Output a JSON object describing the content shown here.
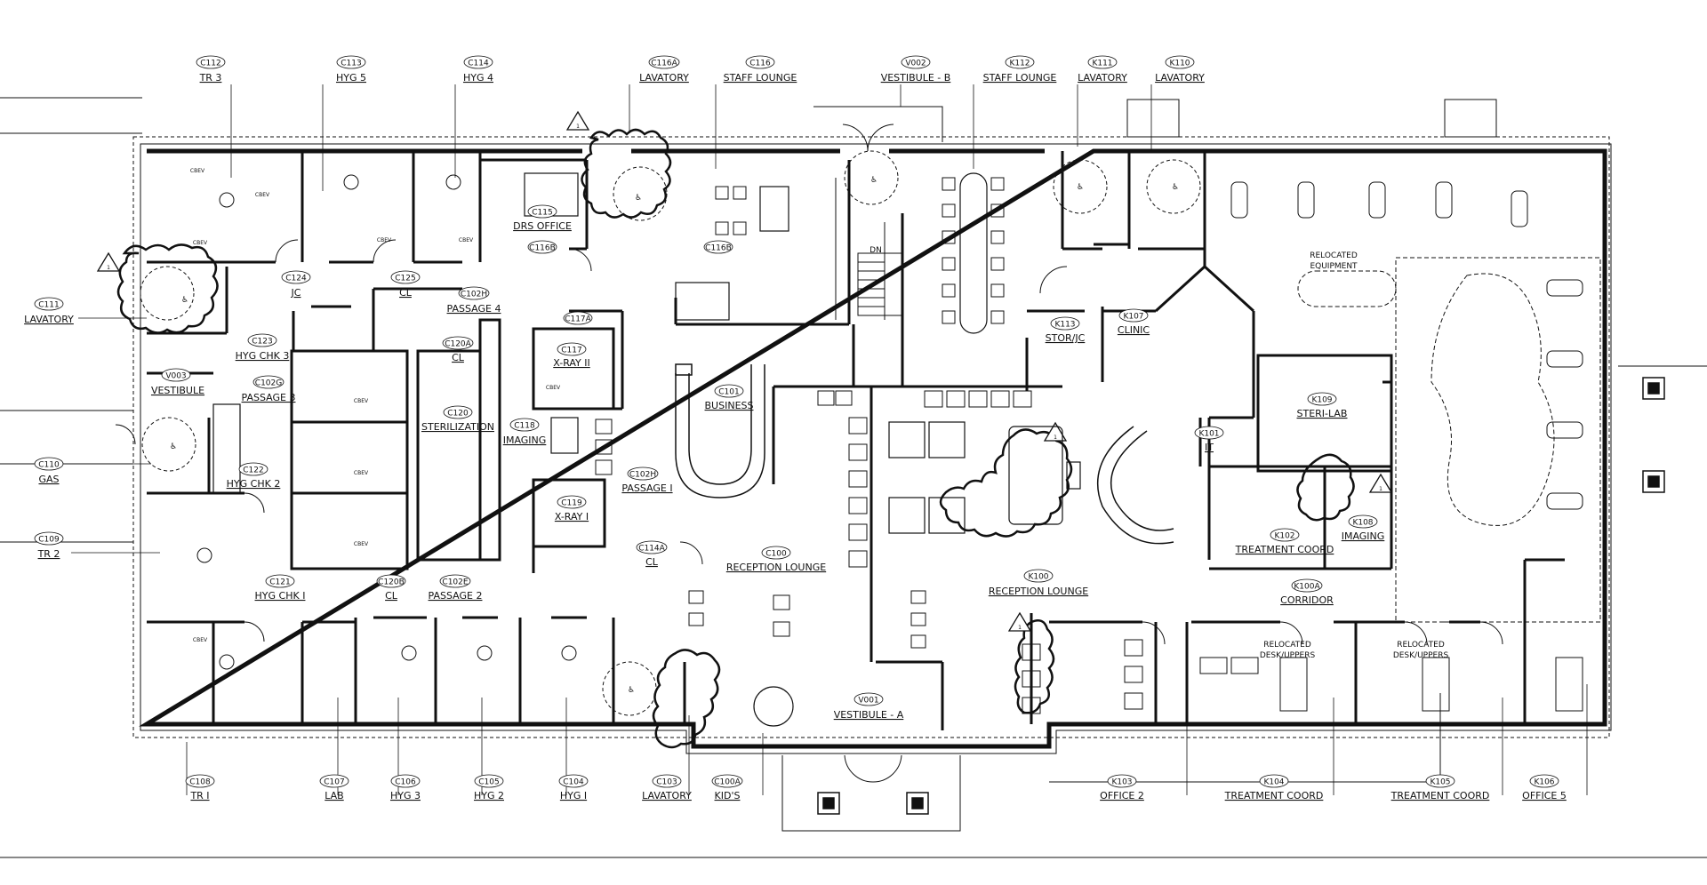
{
  "colors": {
    "ink": "#111111",
    "paper": "#ffffff",
    "hatch": "#555555"
  },
  "rooms": {
    "c112": {
      "tag": "C112",
      "name": "TR 3"
    },
    "c113": {
      "tag": "C113",
      "name": "HYG 5"
    },
    "c114": {
      "tag": "C114",
      "name": "HYG 4"
    },
    "c116a": {
      "tag": "C116A",
      "name": "LAVATORY"
    },
    "c116": {
      "tag": "C116",
      "name": "STAFF LOUNGE"
    },
    "v002": {
      "tag": "V002",
      "name": "VESTIBULE - B"
    },
    "k112": {
      "tag": "K112",
      "name": "STAFF LOUNGE"
    },
    "k111": {
      "tag": "K111",
      "name": "LAVATORY"
    },
    "k110": {
      "tag": "K110",
      "name": "LAVATORY"
    },
    "c111": {
      "tag": "C111",
      "name": "LAVATORY"
    },
    "v003": {
      "tag": "V003",
      "name": "VESTIBULE"
    },
    "c110": {
      "tag": "C110",
      "name": "GAS"
    },
    "c109": {
      "tag": "C109",
      "name": "TR 2"
    },
    "c115": {
      "tag": "C115",
      "name": "DRS OFFICE"
    },
    "c116b": {
      "tag": "C116B",
      "name": ""
    },
    "c116b_in": {
      "tag": "C116B"
    },
    "c124": {
      "tag": "C124",
      "name": "JC"
    },
    "c125": {
      "tag": "C125",
      "name": "CL"
    },
    "c102h": {
      "tag": "C102H",
      "name": "PASSAGE 4"
    },
    "c117a": {
      "tag": "C117A"
    },
    "c117": {
      "tag": "C117",
      "name": "X-RAY II"
    },
    "c123": {
      "tag": "C123",
      "name": "HYG CHK 3"
    },
    "c102g": {
      "tag": "C102G",
      "name": "PASSAGE 3"
    },
    "c120a": {
      "tag": "C120A",
      "name": "CL"
    },
    "c120": {
      "tag": "C120",
      "name": "STERILIZATION"
    },
    "c118": {
      "tag": "C118",
      "name": "IMAGING"
    },
    "c101": {
      "tag": "C101",
      "name": "BUSINESS"
    },
    "c122": {
      "tag": "C122",
      "name": "HYG CHK 2"
    },
    "c102h2": {
      "tag": "C102H",
      "name": "PASSAGE I"
    },
    "c119": {
      "tag": "C119",
      "name": "X-RAY I"
    },
    "c114a": {
      "tag": "C114A",
      "name": "CL"
    },
    "c100": {
      "tag": "C100",
      "name": "RECEPTION LOUNGE"
    },
    "c121": {
      "tag": "C121",
      "name": "HYG CHK I"
    },
    "c120b": {
      "tag": "C120B",
      "name": "CL"
    },
    "c102e": {
      "tag": "C102E",
      "name": "PASSAGE 2"
    },
    "k113": {
      "tag": "K113",
      "name": "STOR/JC"
    },
    "k107": {
      "tag": "K107",
      "name": "CLINIC"
    },
    "k109": {
      "tag": "K109",
      "name": "STERI-LAB"
    },
    "k101": {
      "tag": "K101",
      "name": "IT"
    },
    "k102": {
      "tag": "K102",
      "name": "TREATMENT COORD"
    },
    "k108": {
      "tag": "K108",
      "name": "IMAGING"
    },
    "k100": {
      "tag": "K100",
      "name": "RECEPTION LOUNGE"
    },
    "k100a": {
      "tag": "K100A",
      "name": "CORRIDOR"
    },
    "v001": {
      "tag": "V001",
      "name": "VESTIBULE - A"
    },
    "c108": {
      "tag": "C108",
      "name": "TR I"
    },
    "c107": {
      "tag": "C107",
      "name": "LAB"
    },
    "c106": {
      "tag": "C106",
      "name": "HYG 3"
    },
    "c105": {
      "tag": "C105",
      "name": "HYG 2"
    },
    "c104": {
      "tag": "C104",
      "name": "HYG I"
    },
    "c103": {
      "tag": "C103",
      "name": "LAVATORY"
    },
    "c100a": {
      "tag": "C100A",
      "name": "KID'S"
    },
    "k103": {
      "tag": "K103",
      "name": "OFFICE 2"
    },
    "k104": {
      "tag": "K104",
      "name": "TREATMENT COORD"
    },
    "k105": {
      "tag": "K105",
      "name": "TREATMENT COORD"
    },
    "k106": {
      "tag": "K106",
      "name": "OFFICE 5"
    }
  },
  "notes": {
    "relocated_equipment_1": "RELOCATED",
    "relocated_equipment_2": "EQUIPMENT",
    "relocated_desk_1a": "RELOCATED",
    "relocated_desk_1b": "DESK/UPPERS",
    "relocated_desk_2a": "RELOCATED",
    "relocated_desk_2b": "DESK/UPPERS",
    "dn": "DN",
    "cbev": "CBEV"
  },
  "revision": {
    "delta": "1"
  },
  "icons": {
    "accessible": "accessible-symbol-icon",
    "revision": "revision-delta-icon",
    "column": "column-pier-icon"
  }
}
